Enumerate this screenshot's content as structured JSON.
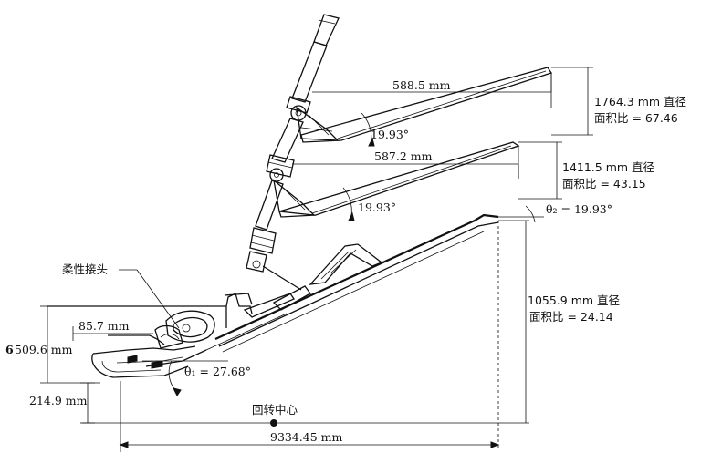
{
  "dimensions": {
    "top_reach": "588.5 mm",
    "top_diameter": "1764.3 mm 直径",
    "top_area_ratio": "面积比 = 67.46",
    "top_angle": "19.93°",
    "mid_reach": "587.2 mm",
    "mid_diameter": "1411.5 mm 直径",
    "mid_area_ratio": "面积比 = 43.15",
    "mid_angle": "19.93°",
    "low_angle": "θ₂ = 19.93°",
    "low_diameter": "1055.9 mm 直径",
    "low_area_ratio": "面积比 = 24.14",
    "flex_joint": "柔性接头",
    "nozzle_offset": "85.7 mm",
    "left_height": "509.6 mm",
    "left_prefix": "6",
    "bottom_height": "214.9 mm",
    "throat_angle": "θ₁ = 27.68°",
    "rotation_center": "回转中心",
    "total_length": "9334.45 mm"
  }
}
